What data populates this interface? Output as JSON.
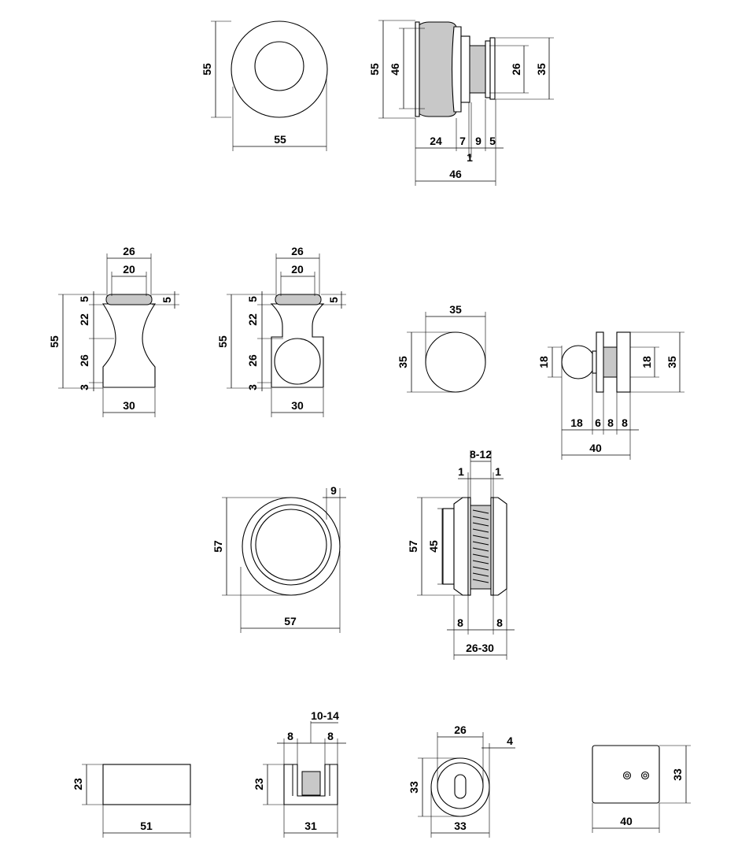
{
  "knob_front": {
    "height": "55",
    "width": "55"
  },
  "knob_side": {
    "outer": "55",
    "inner": "46",
    "neck": "26",
    "base": "35",
    "d1": "24",
    "d2": "7",
    "d3": "9",
    "d4": "5",
    "d5": "1",
    "total": "46"
  },
  "pull_a": {
    "top": "26",
    "inner": "20",
    "h_top": "5",
    "h_right": "5",
    "h_mid": "22",
    "h_waist": "26",
    "h_bot": "3",
    "total": "55",
    "bottom": "30"
  },
  "pull_b": {
    "top": "26",
    "inner": "20",
    "h_top": "5",
    "h_right": "5",
    "h_mid": "22",
    "h_waist": "26",
    "h_bot": "3",
    "total": "55",
    "bottom": "30"
  },
  "ball_front": {
    "width": "35",
    "height": "35"
  },
  "ball_side": {
    "ball": "18",
    "stem": "18",
    "plate": "35",
    "d1": "18",
    "d2": "6",
    "d3": "8",
    "d4": "8",
    "total": "40"
  },
  "ring_front": {
    "outer_h": "57",
    "outer_w": "57",
    "rim": "9"
  },
  "ring_side": {
    "gap": "8-12",
    "l1": "1",
    "r1": "1",
    "outer": "57",
    "inner": "45",
    "f1": "8",
    "f2": "8",
    "range": "26-30"
  },
  "block": {
    "height": "23",
    "width": "51"
  },
  "clamp": {
    "gap": "10-14",
    "l": "8",
    "r": "8",
    "height": "23",
    "width": "31"
  },
  "oval_lock": {
    "inner": "26",
    "edge": "4",
    "height": "33",
    "width": "33"
  },
  "plate": {
    "height": "33",
    "width": "40"
  }
}
